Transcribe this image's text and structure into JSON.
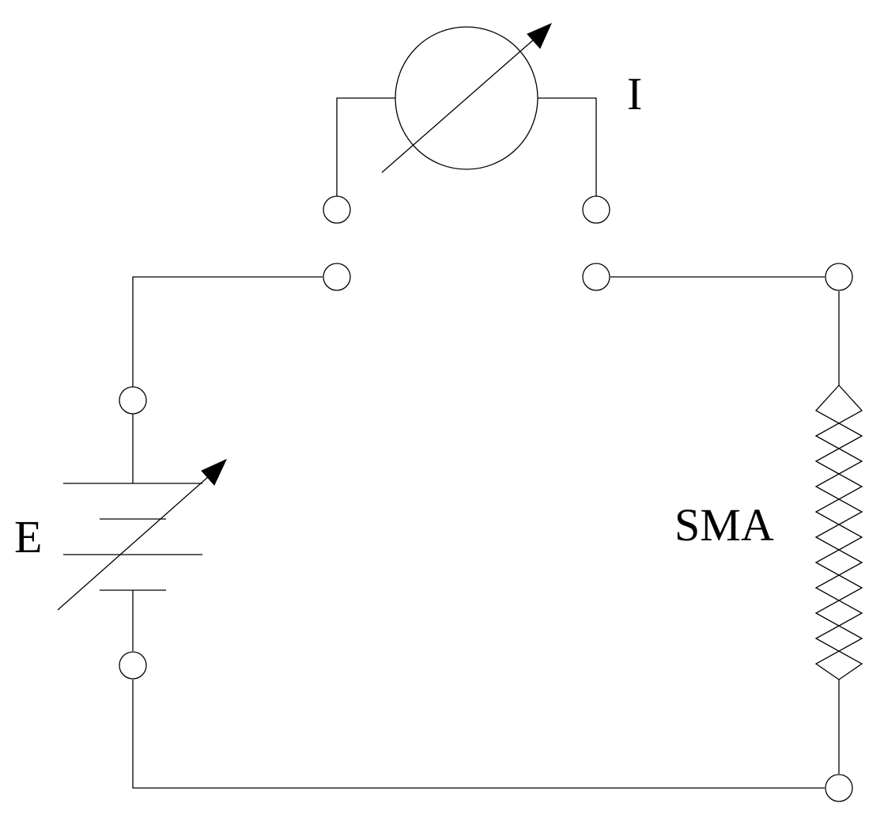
{
  "labels": {
    "ammeter": "I",
    "source": "E",
    "load": "SMA"
  },
  "colors": {
    "line": "#000000",
    "background": "#ffffff"
  },
  "icons": {
    "ammeter": "variable-ammeter-icon",
    "source": "variable-battery-icon",
    "load": "zigzag-resistor-icon"
  }
}
